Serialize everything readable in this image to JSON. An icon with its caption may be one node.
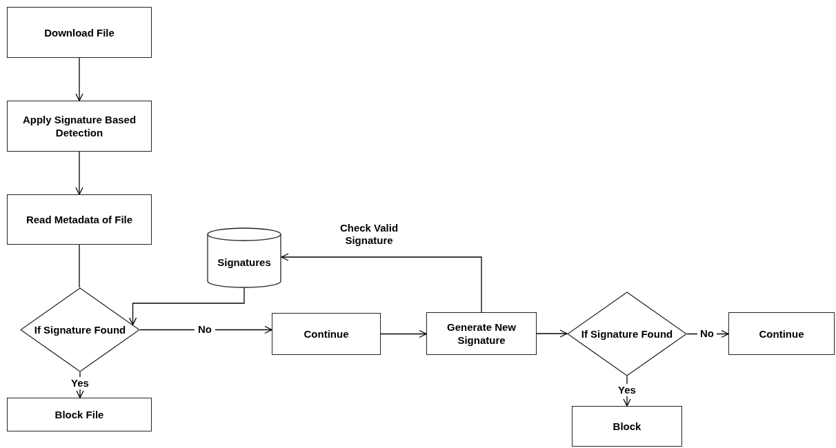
{
  "diagram": {
    "nodes": [
      {
        "text": [
          "Download File"
        ]
      },
      {
        "text": [
          "Apply Signature Based Detection"
        ]
      },
      {
        "text": [
          "Read Metadata of File"
        ]
      },
      {
        "text": [
          "If Signature Found"
        ]
      },
      {
        "text": [
          "Block File"
        ]
      },
      {
        "text": [
          "Signatures"
        ]
      },
      {
        "text": [
          "Continue"
        ]
      },
      {
        "text": [
          "Generate New Signature"
        ]
      },
      {
        "text": [
          "If Signature Found"
        ]
      },
      {
        "text": [
          "Continue"
        ]
      },
      {
        "text": [
          "Block"
        ]
      }
    ],
    "edges": [
      {
        "from": 0,
        "to": 1,
        "arrow": "to"
      },
      {
        "from": 1,
        "to": 2,
        "arrow": "to"
      },
      {
        "from": 2,
        "to": 3,
        "arrow": "none"
      },
      {
        "from": 3,
        "to": 4,
        "arrow": "to",
        "label": "Yes"
      },
      {
        "from": 5,
        "to": 3,
        "arrow": "to"
      },
      {
        "from": 3,
        "to": 6,
        "arrow": "to",
        "label": "No"
      },
      {
        "from": 6,
        "to": 7,
        "arrow": "to"
      },
      {
        "from": 7,
        "to": 5,
        "arrow": "to",
        "label": "Check Valid Signature"
      },
      {
        "from": 7,
        "to": 8,
        "arrow": "to"
      },
      {
        "from": 8,
        "to": 9,
        "arrow": "to",
        "label": "No"
      },
      {
        "from": 8,
        "to": 10,
        "arrow": "to",
        "label": "Yes"
      }
    ]
  }
}
